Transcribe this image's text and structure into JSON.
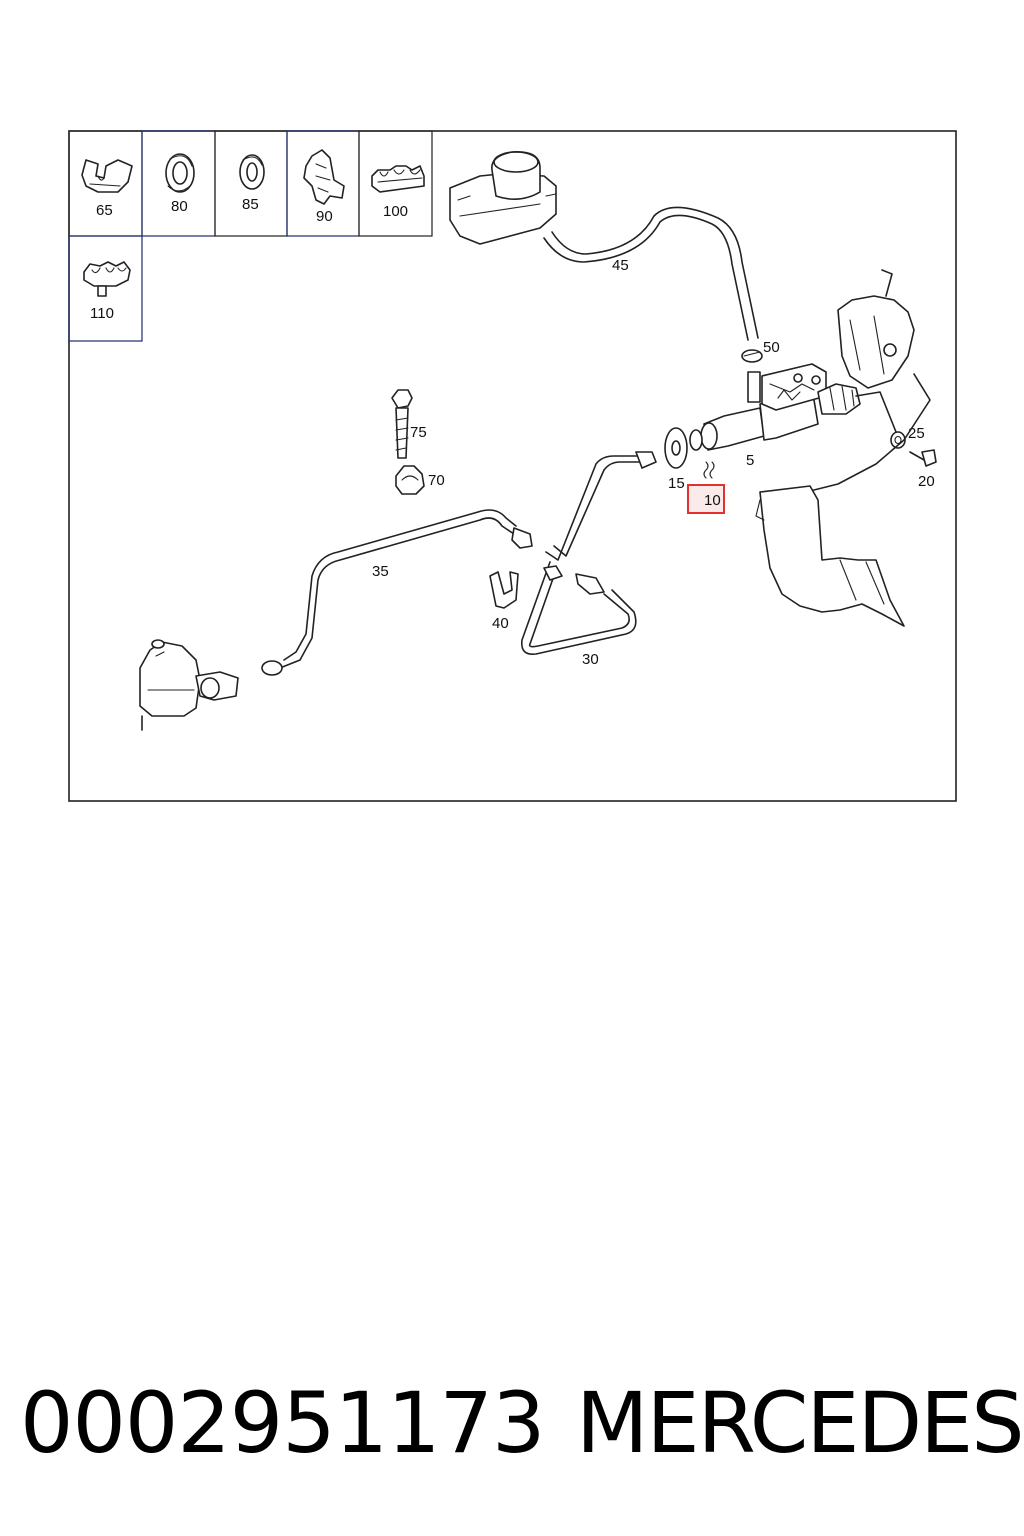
{
  "diagram": {
    "labels": {
      "p65": "65",
      "p80": "80",
      "p85": "85",
      "p90": "90",
      "p100": "100",
      "p110": "110",
      "p45": "45",
      "p50": "50",
      "p75": "75",
      "p70": "70",
      "p25": "25",
      "p20": "20",
      "p5": "5",
      "p15": "15",
      "p10": "10",
      "p35": "35",
      "p40": "40",
      "p30": "30"
    },
    "highlighted_part": "10",
    "highlight_color": "#e03030"
  },
  "footer": {
    "part_number": "0002951173",
    "brand": "MERCEDES"
  }
}
